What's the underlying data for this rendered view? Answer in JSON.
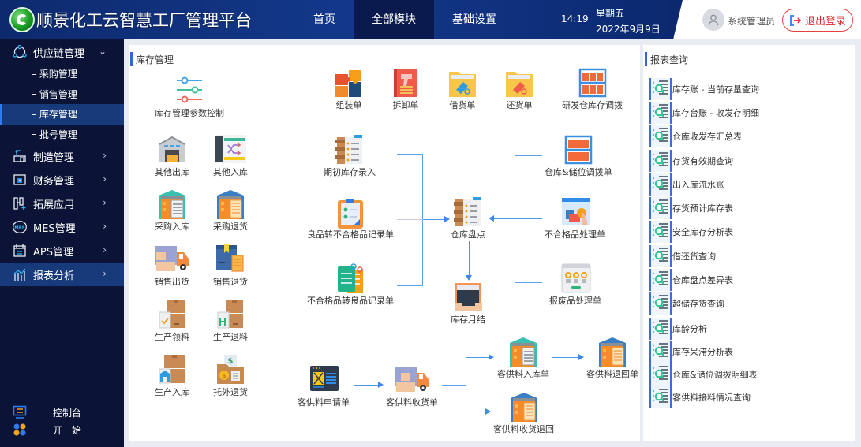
{
  "header": {
    "app_title": "顺景化工云智慧工厂管理平台",
    "logo_letter": "C",
    "nav": [
      {
        "label": "首页",
        "active": false
      },
      {
        "label": "全部模块",
        "active": true
      },
      {
        "label": "基础设置",
        "active": false
      }
    ],
    "time": "14:19",
    "weekday": "星期五",
    "date": "2022年9月9日",
    "username": "系统管理员",
    "logout_label": "退出登录"
  },
  "sidebar": {
    "groups": [
      {
        "label": "供应链管理",
        "icon": "supply-chain-icon",
        "expanded": true,
        "chevron": "⌄",
        "children": [
          {
            "label": "采购管理",
            "active": false
          },
          {
            "label": "销售管理",
            "active": false
          },
          {
            "label": "库存管理",
            "active": true
          },
          {
            "label": "批号管理",
            "active": false
          }
        ]
      },
      {
        "label": "制造管理",
        "icon": "manufacturing-icon",
        "chevron": "›"
      },
      {
        "label": "财务管理",
        "icon": "finance-icon",
        "chevron": "›"
      },
      {
        "label": "拓展应用",
        "icon": "extension-icon",
        "chevron": "›"
      },
      {
        "label": "MES管理",
        "icon": "mes-icon",
        "chevron": "›"
      },
      {
        "label": "APS管理",
        "icon": "aps-icon",
        "chevron": "›"
      },
      {
        "label": "报表分析",
        "icon": "report-analysis-icon",
        "chevron": "›",
        "active": true
      }
    ],
    "bottom": [
      {
        "label": "控制台",
        "icon": "console-icon"
      },
      {
        "label": "开　始",
        "icon": "start-icon"
      }
    ]
  },
  "inventory": {
    "section_title": "库存管理",
    "param_control": "库存管理参数控制",
    "left_tiles": [
      "其他出库",
      "其他入库",
      "采购入库",
      "采购退货",
      "销售出货",
      "销售退货",
      "生产领料",
      "生产退料",
      "生产入库",
      "托外退货"
    ],
    "top_row": [
      "组装单",
      "拆卸单",
      "借货单",
      "还货单",
      "研发仓库存调拨"
    ],
    "flow": {
      "opening": "期初库存录入",
      "good_to_bad": "良品转不合格品记录单",
      "bad_to_good": "不合格品转良品记录单",
      "stocktake": "仓库盘点",
      "month_end": "库存月结",
      "transfer": "仓库&储位调拨单",
      "nonconforming": "不合格品处理单",
      "scrap": "报废品处理单"
    },
    "consigned_flow": {
      "apply": "客供料申请单",
      "receive": "客供料收货单",
      "inbound": "客供料入库单",
      "return_order": "客供料退回单",
      "receive_return": "客供料收货退回"
    }
  },
  "reports": {
    "section_title": "报表查询",
    "items": [
      "库存账 - 当前存量查询",
      "库存台账 - 收发存明细",
      "仓库收发存汇总表",
      "存货有效期查询",
      "出入库流水账",
      "存货预计库存表",
      "安全库存分析表",
      "借还货查询",
      "仓库盘点差异表",
      "超储存货查询",
      "库龄分析",
      "库存呆滞分析表",
      "仓库&储位调拨明细表",
      "客供料接料情况查询"
    ]
  },
  "colors": {
    "header_bg": "#13388a",
    "sidebar_bg": "#0b1436",
    "sidebar_active": "#163a7a",
    "accent": "#3a63d8",
    "logout_red": "#e0282e",
    "connector_blue": "#4a95ee"
  }
}
